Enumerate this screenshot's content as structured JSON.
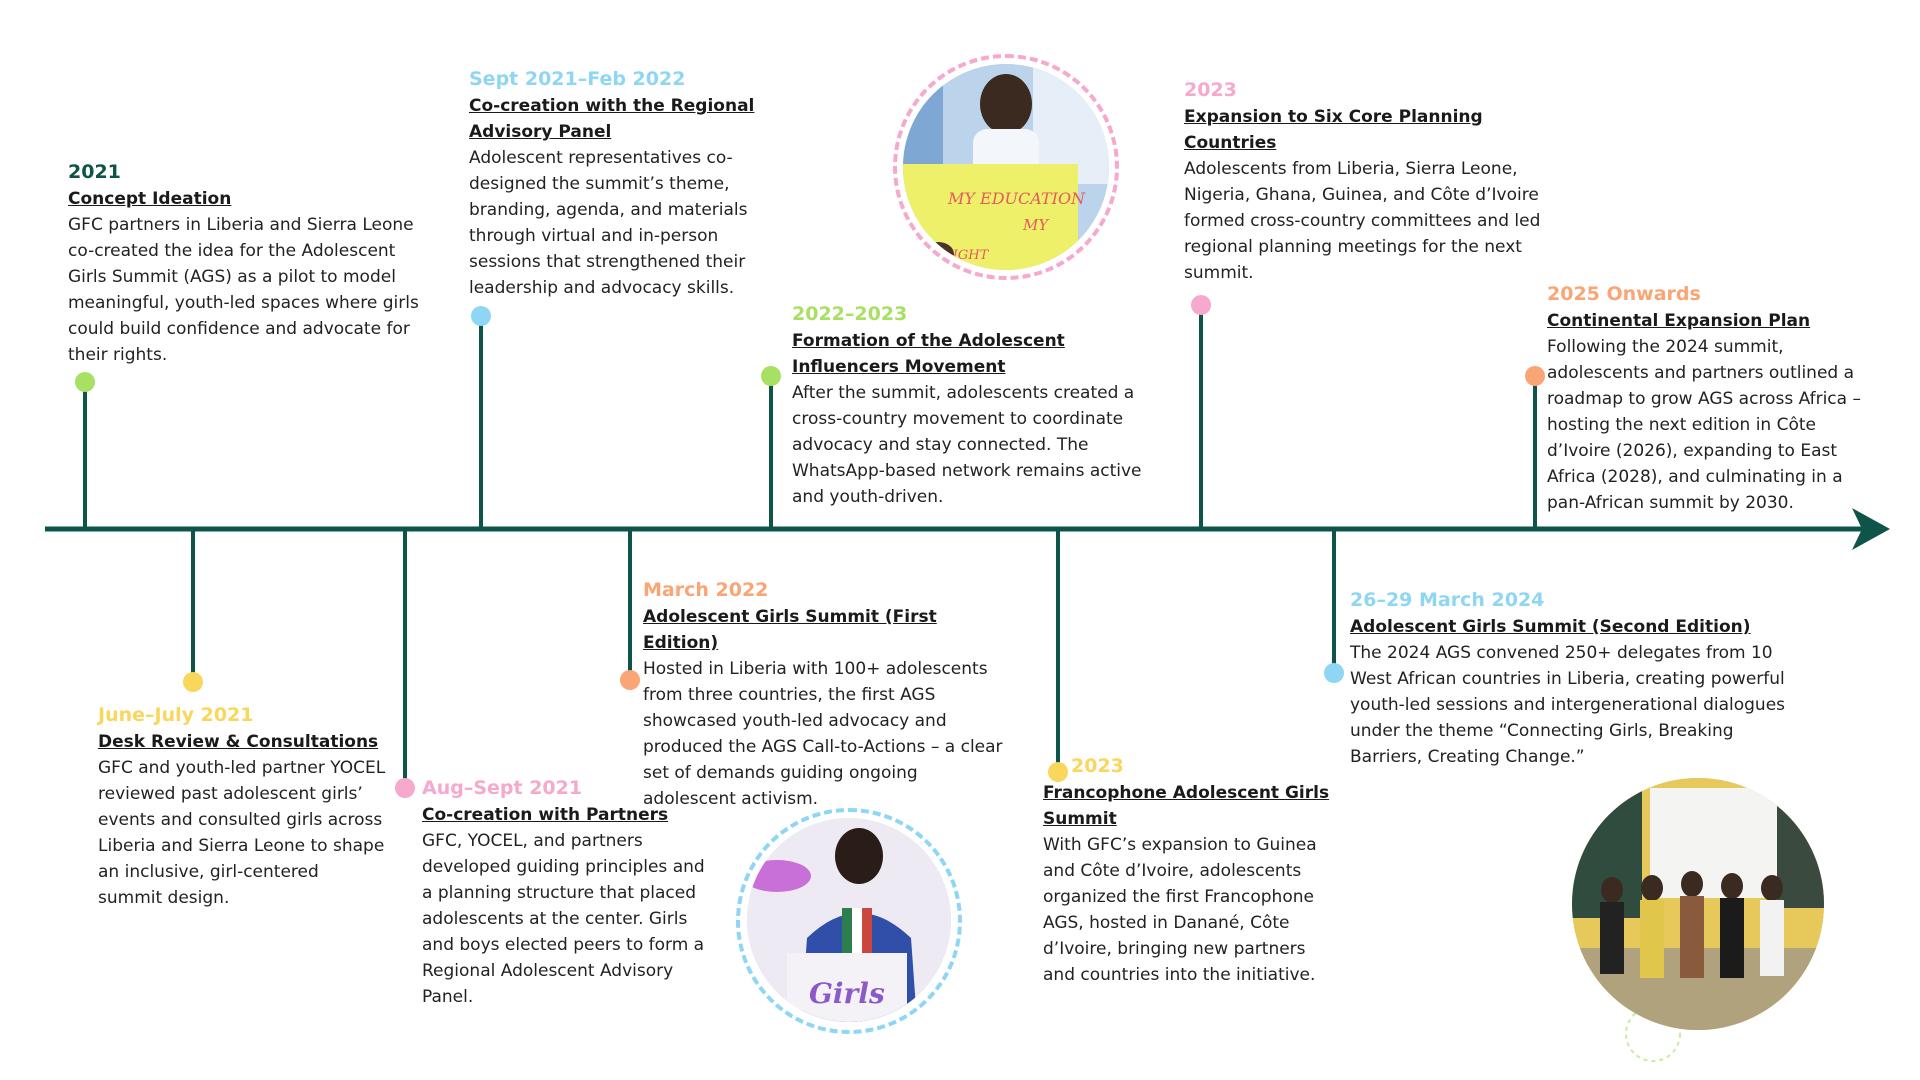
{
  "colors": {
    "axis": "#0e5448",
    "green": "#a8e063",
    "blue": "#8fd6f5",
    "pink": "#f6a8cd",
    "yellow": "#f9d65c",
    "orange": "#f9a575",
    "dark_green": "#0e5448"
  },
  "events": [
    {
      "date": "2021",
      "title": "Concept Ideation",
      "body": "GFC partners in Liberia and Sierra Leone co-created the idea for the Adolescent Girls Summit (AGS) as a pilot to model meaningful, youth-led spaces where girls could build confidence and advocate for their rights."
    },
    {
      "date": "June–July 2021",
      "title": "Desk Review & Consultations",
      "body": "GFC and youth-led partner YOCEL reviewed past adolescent girls’ events and consulted girls across Liberia and Sierra Leone to shape an inclusive, girl-centered summit design."
    },
    {
      "date": "Aug–Sept 2021",
      "title": "Co-creation with Partners",
      "body": "GFC, YOCEL, and partners developed guiding principles and a planning structure that placed adolescents at the center. Girls and boys elected peers to form a Regional Adolescent Advisory Panel."
    },
    {
      "date": "Sept 2021–Feb 2022",
      "title": "Co-creation with the Regional Advisory Panel",
      "body": "Adolescent representatives co-designed the summit’s theme, branding, agenda, and materials through virtual and in-person sessions that strengthened their leadership and advocacy skills."
    },
    {
      "date": "March 2022",
      "title": "Adolescent Girls Summit (First Edition)",
      "body": "Hosted in Liberia with 100+ adolescents from three countries, the first AGS showcased youth-led advocacy and produced the AGS Call-to-Actions – a clear set of demands guiding ongoing adolescent activism."
    },
    {
      "date": "2022–2023",
      "title": "Formation of the Adolescent Influencers Movement",
      "body": "After the summit, adolescents created a cross-country movement to coordinate advocacy and stay connected. The WhatsApp-based network remains active and youth-driven."
    },
    {
      "date": "2023",
      "title": "Francophone Adolescent Girls Summit",
      "body": "With GFC’s expansion to Guinea and Côte d’Ivoire, adolescents organized the first Francophone AGS, hosted in Danané, Côte d’Ivoire, bringing new partners and countries into the initiative."
    },
    {
      "date": "2023",
      "title": "Expansion to Six Core Planning Countries",
      "body": "Adolescents from Liberia, Sierra Leone, Nigeria, Ghana, Guinea, and Côte d’Ivoire formed cross-country committees and led regional planning meetings for the next summit."
    },
    {
      "date": "26–29 March 2024",
      "title": "Adolescent Girls Summit (Second Edition)",
      "body": "The 2024 AGS convened 250+ delegates from 10 West African countries in Liberia, creating powerful youth-led sessions and intergenerational dialogues under the theme “Connecting Girls, Breaking Barriers, Creating Change.”"
    },
    {
      "date": "2025 Onwards",
      "title": "Continental Expansion Plan",
      "body": "Following the 2024 summit, adolescents and partners outlined a roadmap to grow AGS across Africa – hosting the next edition in Côte d’Ivoire (2026), expanding to East Africa (2028), and culminating in a pan-African summit by 2030."
    }
  ],
  "photos": {
    "top": {
      "sign_text_1": "MY EDUCATION",
      "sign_text_2": "MY",
      "sign_text_3": "RIGHT"
    },
    "bottom_logo": "Girls"
  }
}
